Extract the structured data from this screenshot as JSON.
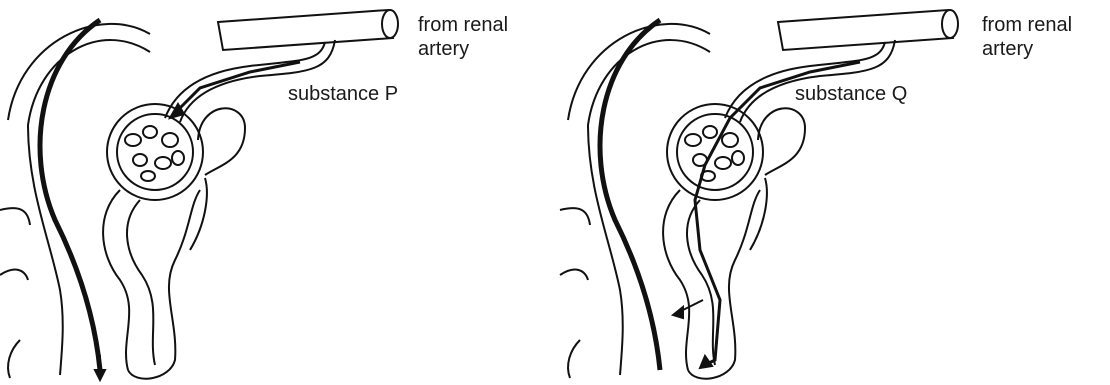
{
  "panels": [
    {
      "artery_label_line1": "from renal",
      "artery_label_line2": "artery",
      "substance_label": "substance P"
    },
    {
      "artery_label_line1": "from renal",
      "artery_label_line2": "artery",
      "substance_label": "substance Q"
    }
  ],
  "colors": {
    "ink": "#111111",
    "paper": "#ffffff"
  }
}
